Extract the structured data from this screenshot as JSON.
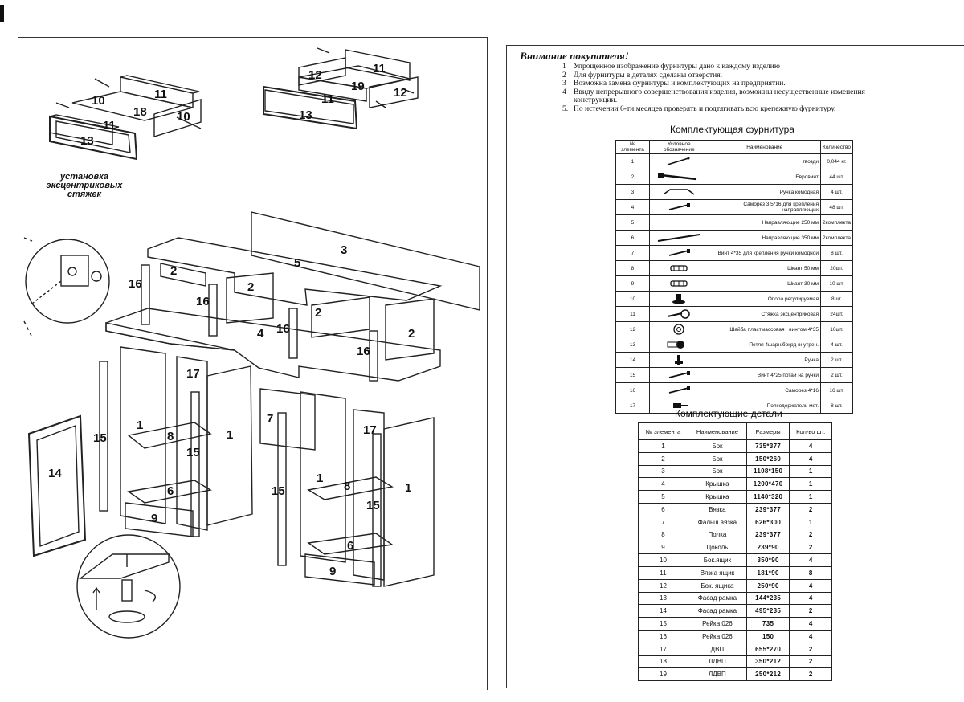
{
  "caption": "установка эксцентриковых стяжек",
  "callouts": {
    "drawer_left": [
      "10",
      "11",
      "18",
      "11",
      "10",
      "13"
    ],
    "drawer_right": [
      "12",
      "19",
      "11",
      "11",
      "12",
      "13"
    ],
    "desk": [
      "3",
      "5",
      "2",
      "16",
      "16",
      "2",
      "2",
      "16",
      "4",
      "2",
      "16",
      "17",
      "1",
      "8",
      "15",
      "1",
      "6",
      "9",
      "7",
      "14",
      "15",
      "17",
      "1",
      "8",
      "15",
      "15",
      "1",
      "6",
      "9"
    ]
  },
  "notice": {
    "title": "Внимание покупателя!",
    "items": [
      {
        "num": "1",
        "text": "Упрощенное изображение фурнитуры дано к каждому изделию"
      },
      {
        "num": "2",
        "text": "Для фурнитуры в деталях сделаны отверстия."
      },
      {
        "num": "3",
        "text": "Возможна замена фурнитуры и комплектующих на предприятии."
      },
      {
        "num": "4",
        "text": "Ввиду непрерывного совершенствования изделия, возможны несущественные изменения конструкции."
      },
      {
        "num": "5.",
        "text": "По истечении 6-ти месяцев проверять и подтягивать всю крепежную фурнитуру."
      }
    ]
  },
  "hardware": {
    "title": "Комплектующая фурнитура",
    "headers": [
      "№ элемента",
      "Условное обозначение",
      "Наименование",
      "Количество"
    ],
    "rows": [
      {
        "num": "1",
        "icon": "nail-icon",
        "name": "гвозди",
        "qty": "0,044 кг."
      },
      {
        "num": "2",
        "icon": "eurovint-icon",
        "name": "Евровинт",
        "qty": "44 шт."
      },
      {
        "num": "3",
        "icon": "handle-icon",
        "name": "Ручка комодная",
        "qty": "4 шт."
      },
      {
        "num": "4",
        "icon": "screw-icon",
        "name": "Саморез 3.5*16 для крепления направляющих",
        "qty": "48 шт."
      },
      {
        "num": "5",
        "icon": "",
        "name": "Направляющие 250 мм",
        "qty": "2комплекта"
      },
      {
        "num": "6",
        "icon": "rail-icon",
        "name": "Направляющие 350 мм",
        "qty": "2комплекта"
      },
      {
        "num": "7",
        "icon": "screw-icon",
        "name": "Винт 4*35 для крепления ручки комодной",
        "qty": "8 шт."
      },
      {
        "num": "8",
        "icon": "dowel-icon",
        "name": "Шкант 50 мм",
        "qty": "20шт."
      },
      {
        "num": "9",
        "icon": "dowel-icon",
        "name": "Шкант 30 мм",
        "qty": "10 шт."
      },
      {
        "num": "10",
        "icon": "adjustable-foot-icon",
        "name": "Опора регулируемая",
        "qty": "8шт."
      },
      {
        "num": "11",
        "icon": "eccentric-tie-icon",
        "name": "Стяжка эксцентриковая",
        "qty": "24шт."
      },
      {
        "num": "12",
        "icon": "washer-icon",
        "name": "Шайба пластмассовая+ винтом 4*35",
        "qty": "10шт."
      },
      {
        "num": "13",
        "icon": "hinge-icon",
        "name": "Петля 4шарн.бокрд внутрен.",
        "qty": "4 шт."
      },
      {
        "num": "14",
        "icon": "knob-icon",
        "name": "Ручка",
        "qty": "2 шт."
      },
      {
        "num": "15",
        "icon": "screw-icon",
        "name": "Винт 4*25 потай на ручки",
        "qty": "2 шт."
      },
      {
        "num": "16",
        "icon": "screw-icon",
        "name": "Саморез 4*16",
        "qty": "16 шт."
      },
      {
        "num": "17",
        "icon": "shelf-holder-icon",
        "name": "Полкодержатель мет.",
        "qty": "8 шт."
      }
    ]
  },
  "parts": {
    "title": "Комплектующие детали",
    "headers": [
      "№ элемента",
      "Наименование",
      "Размеры",
      "Кол-во шт."
    ],
    "rows": [
      {
        "num": "1",
        "name": "Бок",
        "size": "735*377",
        "qty": "4"
      },
      {
        "num": "2",
        "name": "Бок",
        "size": "150*260",
        "qty": "4"
      },
      {
        "num": "3",
        "name": "Бок",
        "size": "1108*150",
        "qty": "1"
      },
      {
        "num": "4",
        "name": "Крышка",
        "size": "1200*470",
        "qty": "1"
      },
      {
        "num": "5",
        "name": "Крышка",
        "size": "1140*320",
        "qty": "1"
      },
      {
        "num": "6",
        "name": "Вязка",
        "size": "239*377",
        "qty": "2"
      },
      {
        "num": "7",
        "name": "Фальш.вязка",
        "size": "626*300",
        "qty": "1"
      },
      {
        "num": "8",
        "name": "Полка",
        "size": "239*377",
        "qty": "2"
      },
      {
        "num": "9",
        "name": "Цоколь",
        "size": "239*90",
        "qty": "2"
      },
      {
        "num": "10",
        "name": "Бок.ящик",
        "size": "350*90",
        "qty": "4"
      },
      {
        "num": "11",
        "name": "Вязка ящик",
        "size": "181*90",
        "qty": "8"
      },
      {
        "num": "12",
        "name": "Бок. ящика",
        "size": "250*90",
        "qty": "4"
      },
      {
        "num": "13",
        "name": "Фасад рамка",
        "size": "144*235",
        "qty": "4"
      },
      {
        "num": "14",
        "name": "Фасад рамка",
        "size": "495*235",
        "qty": "2"
      },
      {
        "num": "15",
        "name": "Рейка 026",
        "size": "735",
        "qty": "4"
      },
      {
        "num": "16",
        "name": "Рейка 026",
        "size": "150",
        "qty": "4"
      },
      {
        "num": "17",
        "name": "ДВП",
        "size": "655*270",
        "qty": "2"
      },
      {
        "num": "18",
        "name": "ЛДВП",
        "size": "350*212",
        "qty": "2"
      },
      {
        "num": "19",
        "name": "ЛДВП",
        "size": "250*212",
        "qty": "2"
      }
    ]
  }
}
